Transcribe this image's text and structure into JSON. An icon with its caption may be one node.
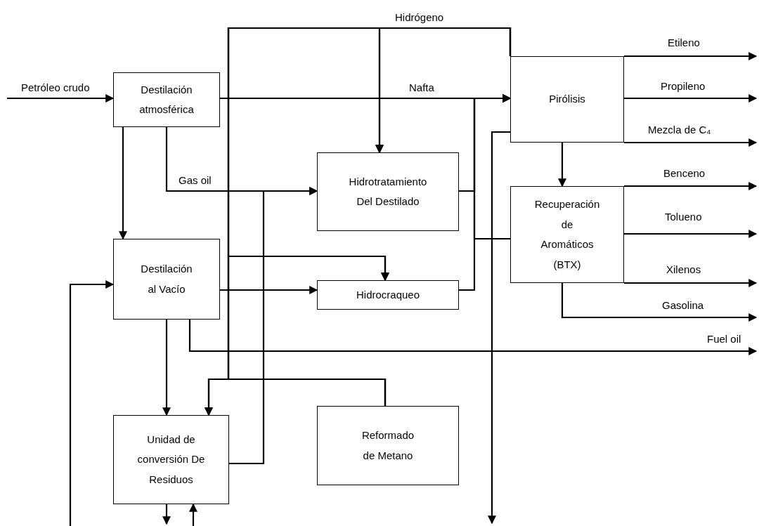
{
  "diagram": {
    "nodes": [
      {
        "text": [
          "Destilación atmosférica"
        ]
      },
      {
        "text": [
          "Hidrotratamiento Del Destilado"
        ]
      },
      {
        "text": [
          "Pirólisis"
        ]
      },
      {
        "text": [
          "Destilación al Vacío"
        ]
      },
      {
        "text": [
          "Hidrocraqueo"
        ]
      },
      {
        "text": [
          "Recuperación de Aromáticos (BTX)"
        ]
      },
      {
        "text": [
          "Unidad de conversión De Residuos"
        ]
      },
      {
        "text": [
          "Reformado de Metano"
        ]
      }
    ],
    "edges": [
      {
        "from": null,
        "to": 0,
        "arrow": "to",
        "label": "Petróleo crudo"
      },
      {
        "from": 0,
        "to": 2,
        "arrow": "to",
        "label": "Nafta"
      },
      {
        "from": 0,
        "to": 1,
        "arrow": "to",
        "label": "Gas oil"
      },
      {
        "from": 0,
        "to": 3,
        "arrow": "to"
      },
      {
        "from": 2,
        "to": 1,
        "arrow": "to",
        "label": "Hidrógeno"
      },
      {
        "from": 2,
        "to": 4,
        "arrow": "to"
      },
      {
        "from": 2,
        "to": 6,
        "arrow": "to"
      },
      {
        "from": 7,
        "to": 1,
        "arrow": "to"
      },
      {
        "from": 7,
        "to": 4,
        "arrow": "to"
      },
      {
        "from": 7,
        "to": 6,
        "arrow": "to"
      },
      {
        "from": 1,
        "to": 2,
        "arrow": "to"
      },
      {
        "from": 3,
        "to": 4,
        "arrow": "to"
      },
      {
        "from": 4,
        "to": 2,
        "arrow": "to"
      },
      {
        "from": 5,
        "to": 2,
        "arrow": "to"
      },
      {
        "from": 2,
        "to": 5,
        "arrow": "to"
      },
      {
        "from": 2,
        "to": null,
        "arrow": "to",
        "label": "Etileno"
      },
      {
        "from": 2,
        "to": null,
        "arrow": "to",
        "label": "Propileno"
      },
      {
        "from": 2,
        "to": null,
        "arrow": "to",
        "label": "Mezcla de C₄"
      },
      {
        "from": 5,
        "to": null,
        "arrow": "to",
        "label": "Benceno"
      },
      {
        "from": 5,
        "to": null,
        "arrow": "to",
        "label": "Tolueno"
      },
      {
        "from": 5,
        "to": null,
        "arrow": "to",
        "label": "Xilenos"
      },
      {
        "from": 5,
        "to": null,
        "arrow": "to",
        "label": "Gasolina"
      },
      {
        "from": 3,
        "to": null,
        "arrow": "to",
        "label": "Fuel oil"
      },
      {
        "from": 2,
        "to": null,
        "arrow": "to"
      },
      {
        "from": 3,
        "to": 6,
        "arrow": "to"
      },
      {
        "from": 6,
        "to": 1,
        "arrow": "to"
      },
      {
        "from": 6,
        "to": null,
        "arrow": "to"
      },
      {
        "from": null,
        "to": 6,
        "arrow": "to"
      },
      {
        "from": null,
        "to": 3,
        "arrow": "to"
      }
    ]
  }
}
